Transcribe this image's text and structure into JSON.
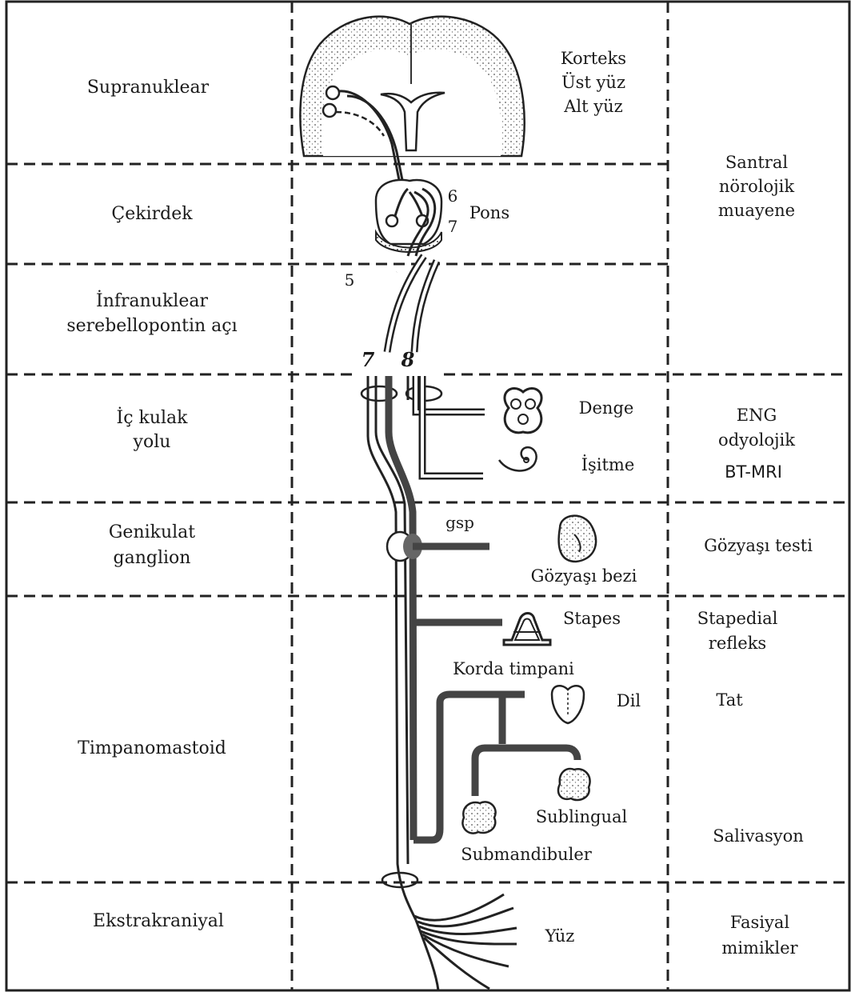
{
  "left_column": {
    "supranuklear": "Supranuklear",
    "cekirdek": "Çekirdek",
    "infranuklear_1": "İnfranuklear",
    "infranuklear_2": "serebellopontin açı",
    "ic_kulak_1": "İç kulak",
    "ic_kulak_2": "yolu",
    "genikulat_1": "Genikulat",
    "genikulat_2": "ganglion",
    "timpanomastoid": "Timpanomastoid",
    "ekstrakraniyal": "Ekstrakraniyal"
  },
  "middle_column": {
    "korteks": "Korteks",
    "ust_yuz": "Üst yüz",
    "alt_yuz": "Alt yüz",
    "num_6": "6",
    "pons": "Pons",
    "num_7_pons": "7",
    "num_5": "5",
    "nerve_7": "7",
    "nerve_8": "8",
    "denge": "Denge",
    "isitme": "İşitme",
    "gsp": "gsp",
    "gozyasi_bezi": "Gözyaşı bezi",
    "stapes": "Stapes",
    "korda_timpani": "Korda timpani",
    "dil": "Dil",
    "sublingual": "Sublingual",
    "submandibuler": "Submandibuler",
    "yuz": "Yüz"
  },
  "right_column": {
    "santral_1": "Santral",
    "santral_2": "nörolojik",
    "santral_3": "muayene",
    "eng_1": "ENG",
    "eng_2": "odyolojik",
    "eng_3": "BT-MRI",
    "gozyasi_testi": "Gözyaşı testi",
    "stapedial_1": "Stapedial",
    "stapedial_2": "refleks",
    "tat": "Tat",
    "salivasyon": "Salivasyon",
    "fasiyal_1": "Fasiyal",
    "fasiyal_2": "mimikler"
  }
}
